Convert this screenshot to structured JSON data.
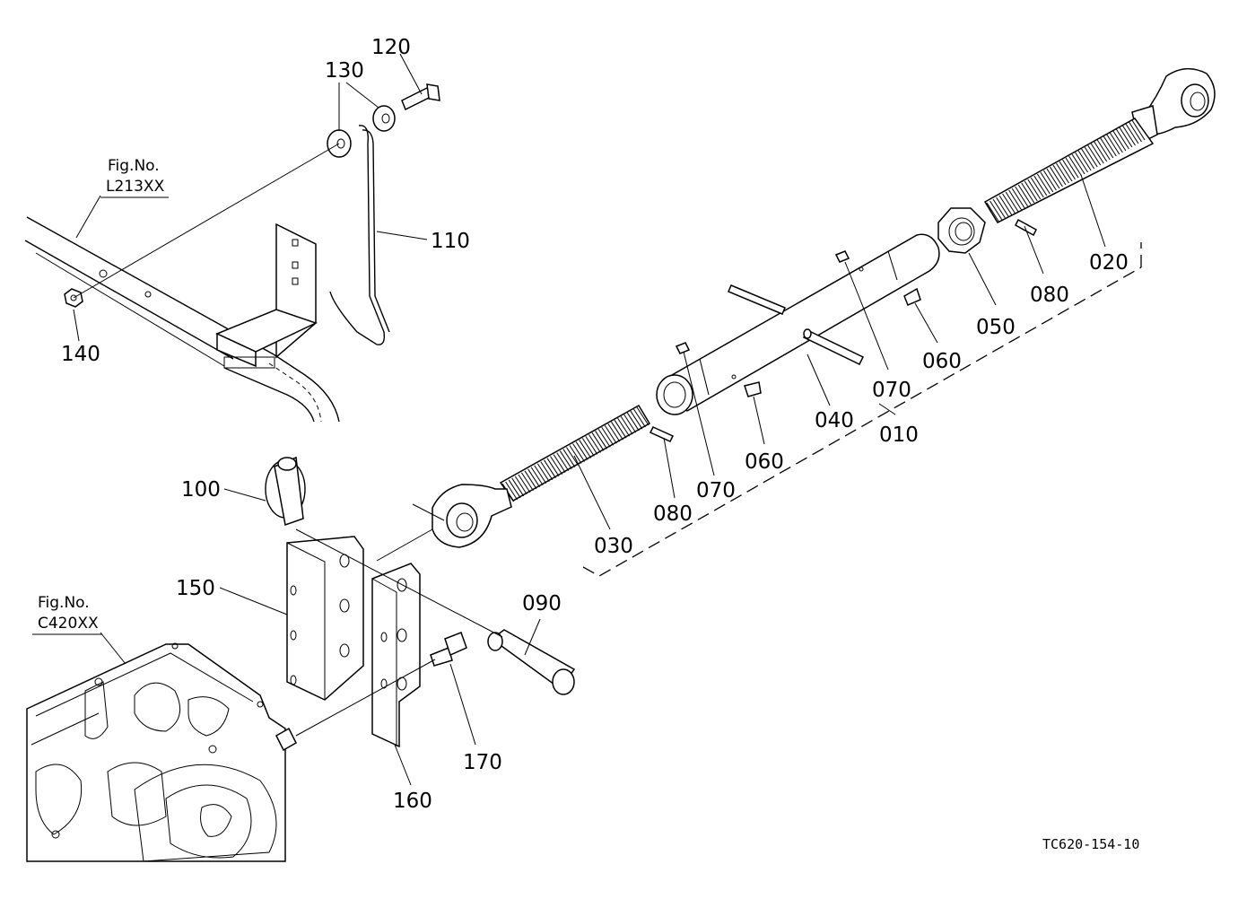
{
  "parts": [
    {
      "id": "p120",
      "label": "120"
    },
    {
      "id": "p130",
      "label": "130"
    },
    {
      "id": "p110",
      "label": "110"
    },
    {
      "id": "p140",
      "label": "140"
    },
    {
      "id": "p020",
      "label": "020"
    },
    {
      "id": "p050",
      "label": "050"
    },
    {
      "id": "p080a",
      "label": "080"
    },
    {
      "id": "p060a",
      "label": "060"
    },
    {
      "id": "p070a",
      "label": "070"
    },
    {
      "id": "p040",
      "label": "040"
    },
    {
      "id": "p010",
      "label": "010"
    },
    {
      "id": "p060b",
      "label": "060"
    },
    {
      "id": "p070b",
      "label": "070"
    },
    {
      "id": "p080b",
      "label": "080"
    },
    {
      "id": "p030",
      "label": "030"
    },
    {
      "id": "p100",
      "label": "100"
    },
    {
      "id": "p150",
      "label": "150"
    },
    {
      "id": "p090",
      "label": "090"
    },
    {
      "id": "p170",
      "label": "170"
    },
    {
      "id": "p160",
      "label": "160"
    }
  ],
  "refs": {
    "fig1_prefix": "Fig.No.",
    "fig1_code": "L213XX",
    "fig2_prefix": "Fig.No.",
    "fig2_code": "C420XX"
  },
  "drawing_code": "TC620-154-10"
}
